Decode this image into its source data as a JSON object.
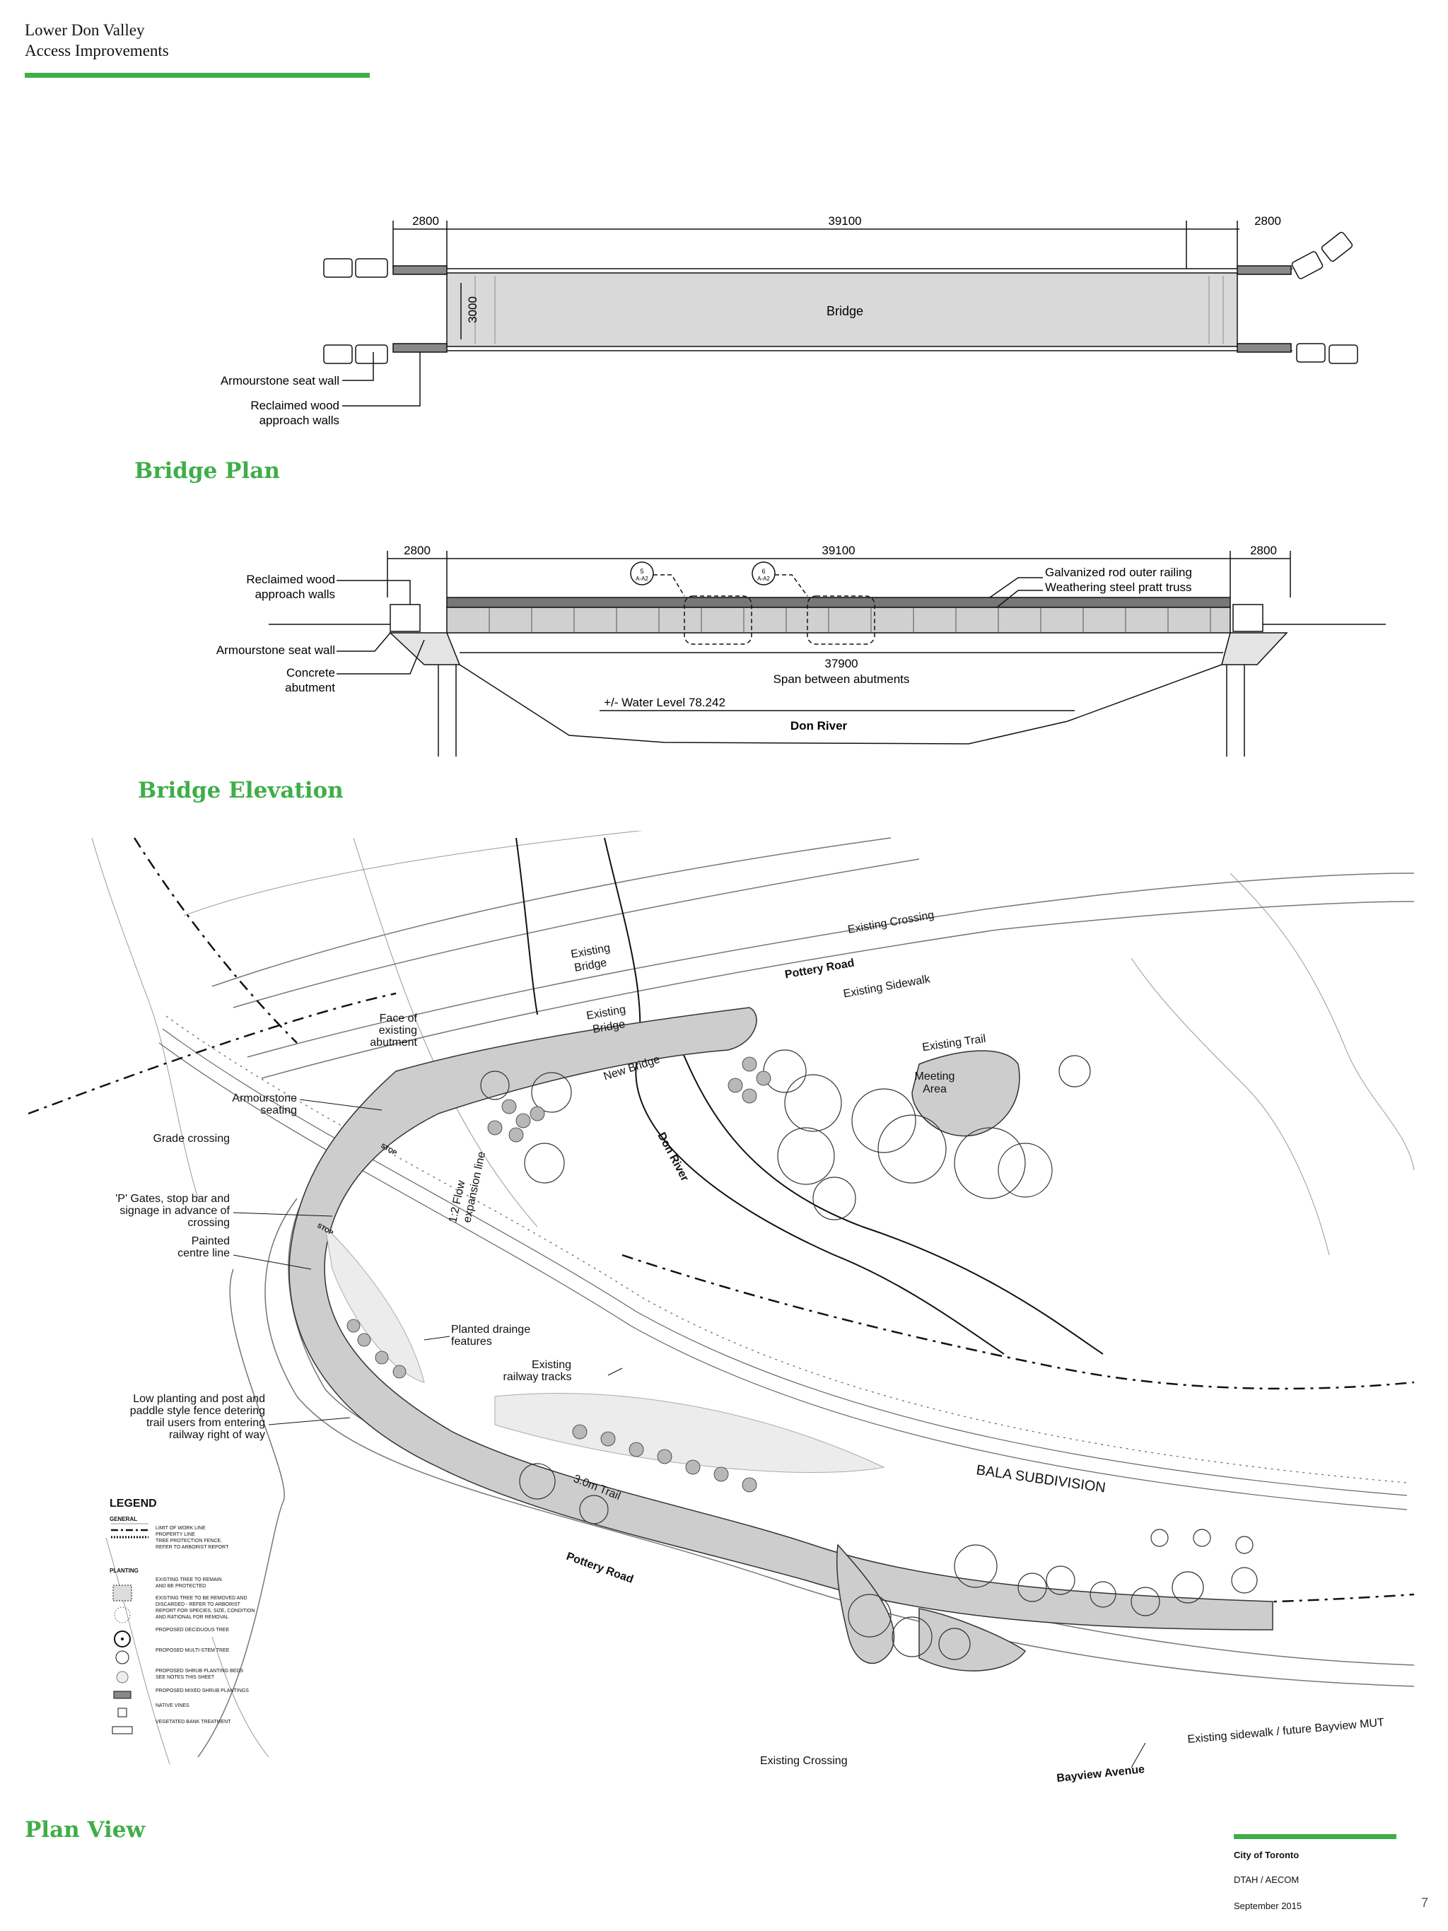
{
  "header": {
    "title_line1": "Lower Don Valley",
    "title_line2": "Access Improvements"
  },
  "sections": {
    "bridge_plan": "Bridge Plan",
    "bridge_elevation": "Bridge Elevation",
    "plan_view": "Plan View"
  },
  "bridge_plan": {
    "dim_left": "2800",
    "dim_center": "39100",
    "dim_right": "2800",
    "dim_width": "3000",
    "bridge_label": "Bridge",
    "callout_seat_wall": "Armourstone seat wall",
    "callout_wood_1": "Reclaimed wood",
    "callout_wood_2": "approach walls"
  },
  "bridge_elevation": {
    "dim_left": "2800",
    "dim_center": "39100",
    "dim_right": "2800",
    "dim_span": "37900",
    "span_label": "Span between abutments",
    "water_level": "+/- Water Level 78.242",
    "river": "Don River",
    "callout_wood_1": "Reclaimed wood",
    "callout_wood_2": "approach walls",
    "callout_seat_wall": "Armourstone seat wall",
    "callout_abutment_1": "Concrete",
    "callout_abutment_2": "abutment",
    "callout_railing": "Galvanized rod outer railing",
    "callout_truss": "Weathering steel pratt truss",
    "detail_ref_1_num": "5",
    "detail_ref_1_sheet": "A-A2",
    "detail_ref_2_num": "6",
    "detail_ref_2_sheet": "A-A2"
  },
  "plan_view": {
    "existing_crossing_top": "Existing Crossing",
    "existing_bridge_1a": "Existing",
    "existing_bridge_1b": "Bridge",
    "existing_bridge_2a": "Existing",
    "existing_bridge_2b": "Bridge",
    "pottery_road_top": "Pottery Road",
    "existing_sidewalk": "Existing Sidewalk",
    "face_abutment_1": "Face of",
    "face_abutment_2": "existing",
    "face_abutment_3": "abutment",
    "existing_trail": "Existing Trail",
    "new_bridge": "New Bridge",
    "meeting_area_1": "Meeting",
    "meeting_area_2": "Area",
    "armourstone_1": "Armourstone",
    "armourstone_2": "seating",
    "grade_crossing": "Grade crossing",
    "don_river": "Don River",
    "flow_line_1": "1:2 Flow",
    "flow_line_2": "expansion line",
    "gates_1": "'P' Gates, stop bar and",
    "gates_2": "signage in advance of",
    "gates_3": "crossing",
    "painted_1": "Painted",
    "painted_2": "centre line",
    "drainage_1": "Planted drainge",
    "drainage_2": "features",
    "railway_1": "Existing",
    "railway_2": "railway tracks",
    "low_planting_1": "Low planting and post and",
    "low_planting_2": "paddle style fence detering",
    "low_planting_3": "trail users from entering",
    "low_planting_4": "railway right of way",
    "bala": "BALA SUBDIVISION",
    "trail_width": "3.0m Trail",
    "pottery_road_bottom": "Pottery Road",
    "existing_crossing_bottom": "Existing Crossing",
    "bayview": "Bayview Avenue",
    "future_mut": "Existing sidewalk / future Bayview MUT",
    "stop_1": "STOP",
    "stop_2": "STOP"
  },
  "legend": {
    "title": "LEGEND",
    "general_heading": "GENERAL",
    "general_items": [
      "LIMIT OF WORK LINE",
      "PROPERTY LINE",
      "TREE PROTECTION FENCE.",
      "REFER TO ARBORIST REPORT"
    ],
    "planting_heading": "PLANTING",
    "planting_items": [
      "EXISTING TREE TO REMAIN",
      "AND BE PROTECTED",
      "EXISTING TREE TO BE REMOVED AND",
      "DISCARDED - REFER TO ARBORIST",
      "REPORT FOR SPECIES, SIZE, CONDITION",
      "AND RATIONAL FOR REMOVAL",
      "PROPOSED DECIDUOUS TREE",
      "PROPOSED MULTI-STEM TREE",
      "PROPOSED SHRUB PLANTING BEDS",
      "SEE NOTES THIS SHEET",
      "PROPOSED MIXED SHRUB PLANTINGS",
      "NATIVE VINES",
      "VEGETATED BANK TREATMENT"
    ]
  },
  "footer": {
    "client": "City of Toronto",
    "consultant": "DTAH / AECOM",
    "date": "September 2015",
    "page_number": "7"
  },
  "colors": {
    "accent_green": "#3fae49",
    "line": "#111111",
    "fill_grey": "#c9c9c9"
  }
}
